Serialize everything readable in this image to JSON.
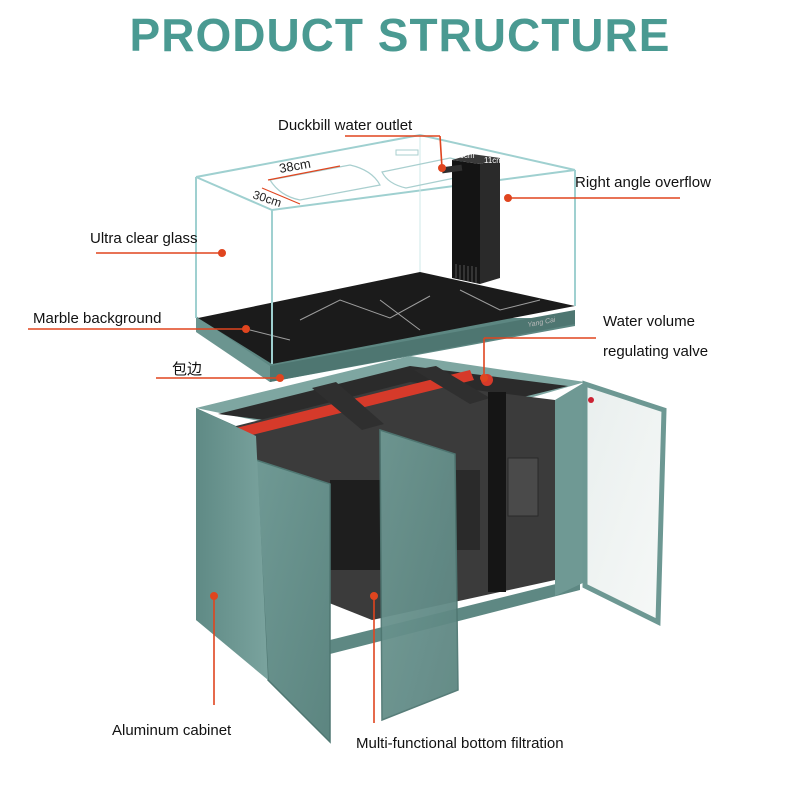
{
  "title": "PRODUCT STRUCTURE",
  "colors": {
    "title": "#4a9a92",
    "leader": "#e0451f",
    "cabinet": "#6d9893",
    "cabinet_dark": "#3f5e5a",
    "glass": "#bfe3e3",
    "marble": "#1a1a1a",
    "pipe": "#d63a2a"
  },
  "labels": {
    "outlet": "Duckbill water outlet",
    "overflow": "Right angle overflow",
    "glass": "Ultra clear glass",
    "marble": "Marble background",
    "valve_1": "Water volume",
    "valve_2": "regulating valve",
    "edging": "包边",
    "cabinet": "Aluminum cabinet",
    "filtration": "Multi-functional bottom filtration"
  },
  "dimensions": {
    "cutout_length": "38cm",
    "cutout_width": "30cm",
    "overflow_depth": "16cm",
    "overflow_width": "11cm"
  },
  "brand_mark": "Yang Cai"
}
